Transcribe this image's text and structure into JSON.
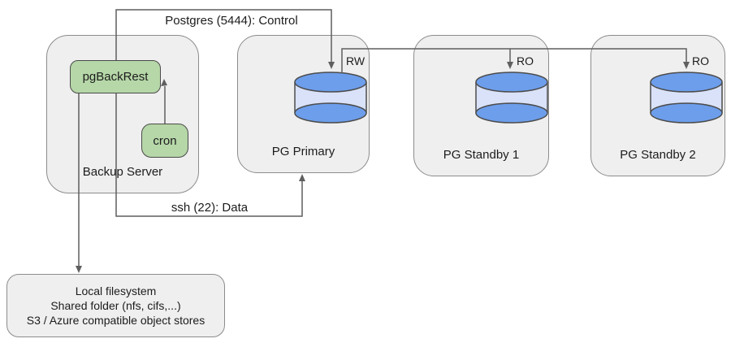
{
  "diagram": {
    "nodes": {
      "backup_server": {
        "label": "Backup Server"
      },
      "pgbackrest": {
        "label": "pgBackRest"
      },
      "cron": {
        "label": "cron"
      },
      "pg_primary": {
        "label": "PG Primary",
        "access": "RW"
      },
      "pg_standby_1": {
        "label": "PG Standby 1",
        "access": "RO"
      },
      "pg_standby_2": {
        "label": "PG Standby 2",
        "access": "RO"
      },
      "storage": {
        "lines": [
          "Local filesystem",
          "Shared folder (nfs, cifs,...)",
          "S3 / Azure compatible object stores"
        ]
      }
    },
    "edges": {
      "control": {
        "label": "Postgres (5444): Control"
      },
      "data": {
        "label": "ssh (22): Data"
      }
    },
    "colors": {
      "node_fill": "#efefef",
      "node_border": "#8c8c8c",
      "green_fill": "#b6d7a8",
      "green_border": "#4a4a4a",
      "cyl_blue": "#6d9eeb",
      "cyl_body": "#d9e2f9",
      "cyl_border": "#4c4c4c",
      "line_color": "#5f5f5f",
      "text_color": "#1c1c1c"
    }
  }
}
